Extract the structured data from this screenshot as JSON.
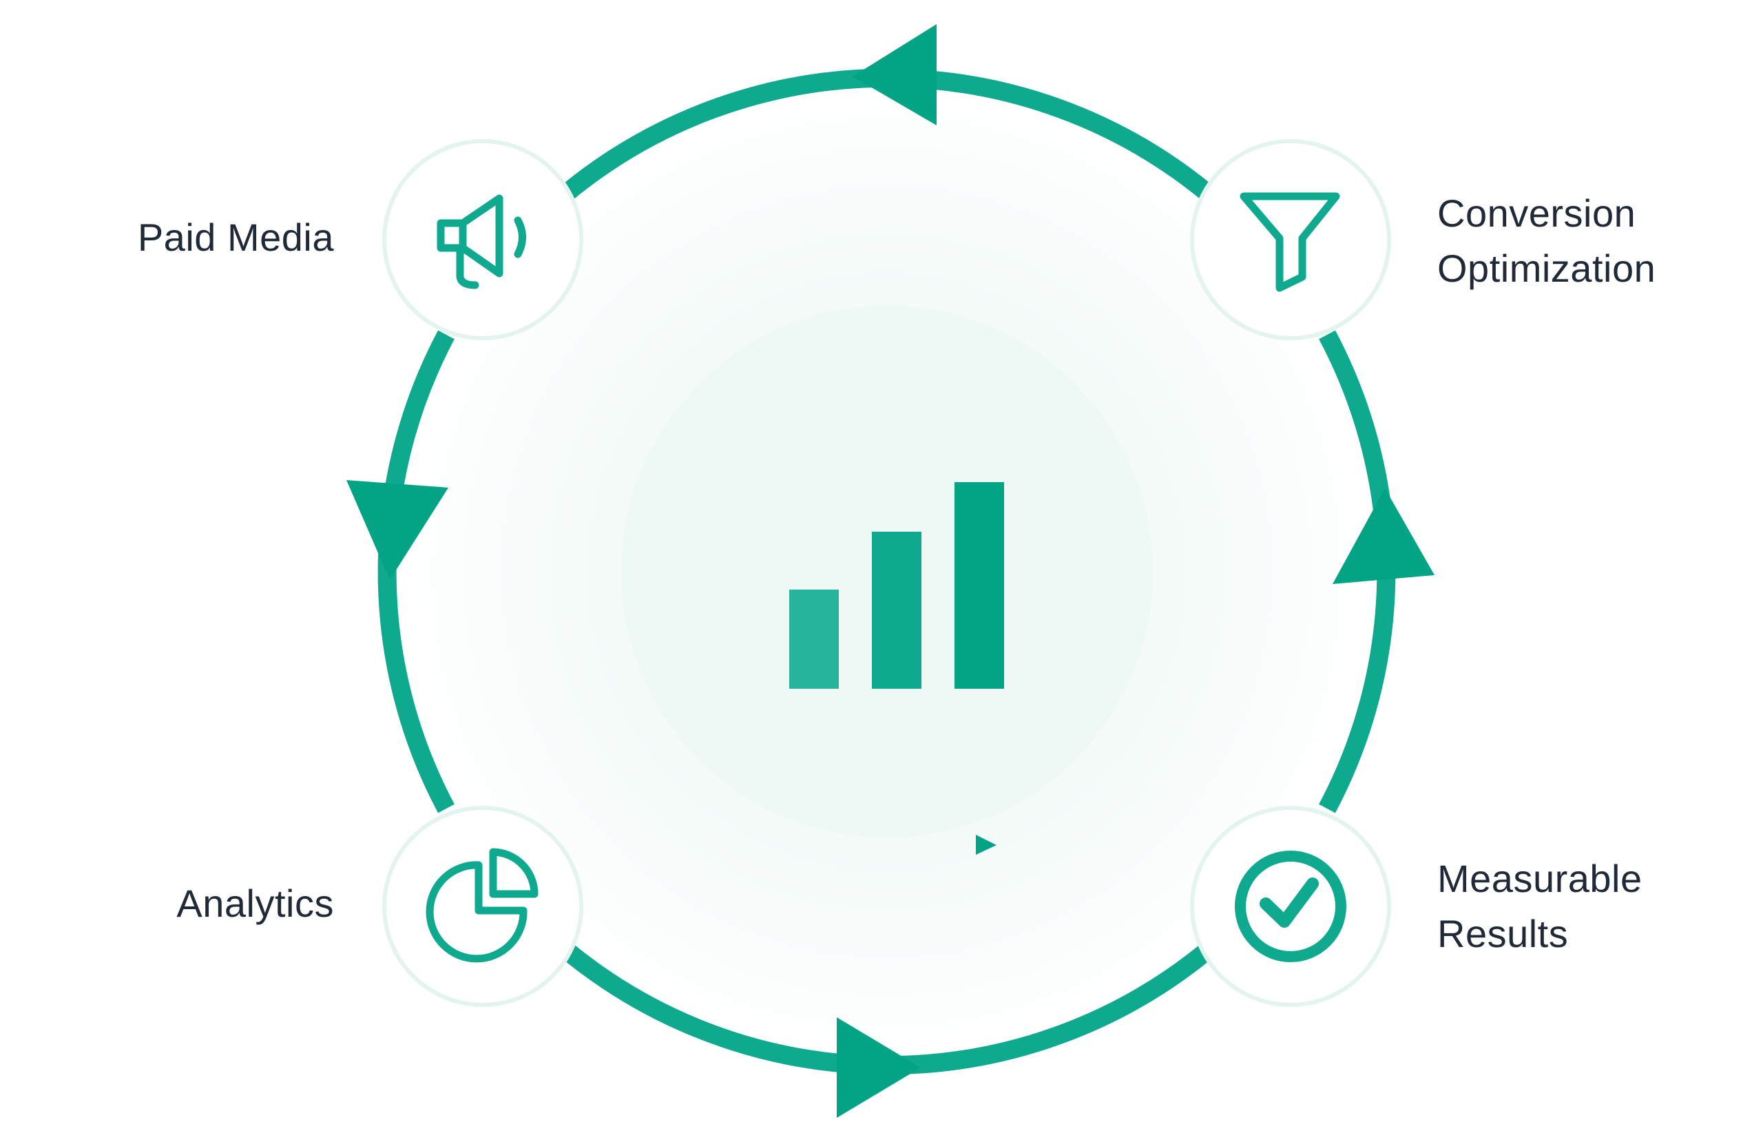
{
  "colors": {
    "accent": "#0ea98f",
    "accent_dark": "#03a386",
    "accent_light": "#26b59c",
    "node_ring": "#e3f3ef",
    "center_disc": "#eef8f5",
    "text": "#1f2937"
  },
  "nodes": [
    {
      "id": "paid-media",
      "icon": "megaphone-icon",
      "label_lines": [
        "Paid Media"
      ]
    },
    {
      "id": "conversion-optimization",
      "icon": "funnel-icon",
      "label_lines": [
        "Conversion",
        "Optimization"
      ]
    },
    {
      "id": "measurable-results",
      "icon": "check-circle-icon",
      "label_lines": [
        "Measurable",
        "Results"
      ]
    },
    {
      "id": "analytics",
      "icon": "pie-chart-icon",
      "label_lines": [
        "Analytics"
      ]
    }
  ],
  "center": {
    "icon": "bar-chart-icon",
    "bars": [
      0.48,
      0.76,
      1.0
    ]
  }
}
